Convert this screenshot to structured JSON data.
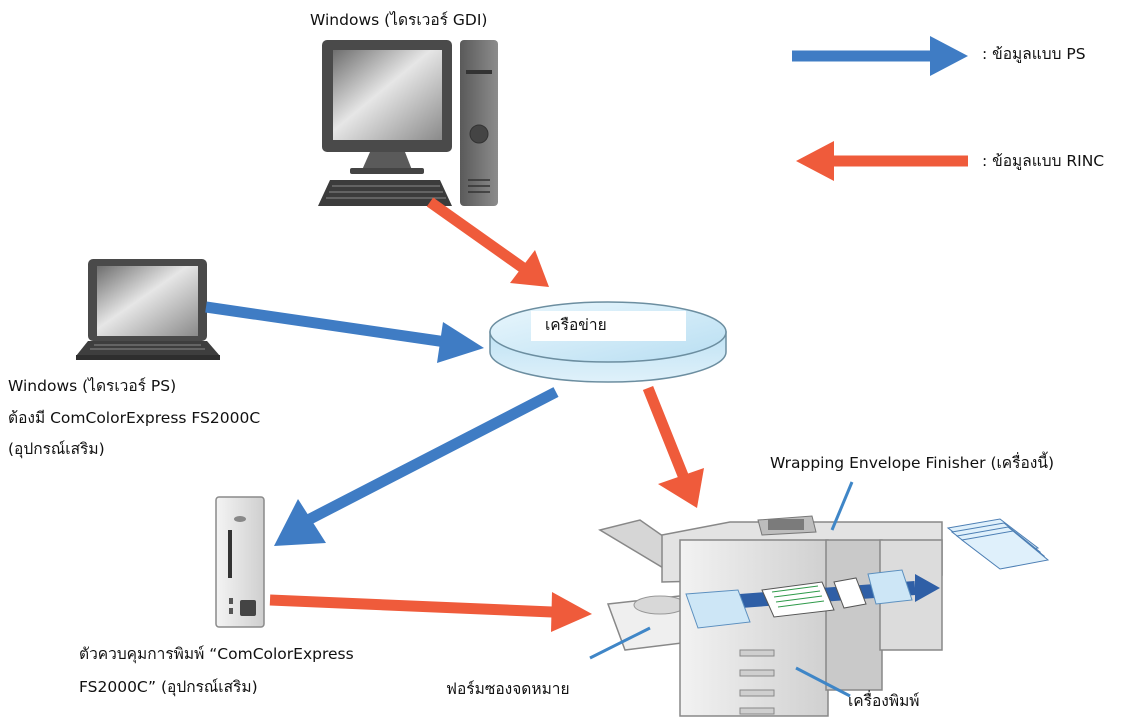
{
  "legend": {
    "ps_label": ": ข้อมูลแบบ PS",
    "rinc_label": ": ข้อมูลแบบ RINC"
  },
  "colors": {
    "ps_arrow": "#3f7cc4",
    "rinc_arrow": "#ef5b3b",
    "callout_line": "#3f86c7",
    "network_fill": "#cfe9f6"
  },
  "nodes": {
    "desktop_label": "Windows (ไดรเวอร์ GDI)",
    "network_label": "เครือข่าย",
    "laptop_label_line1": "Windows (ไดรเวอร์ PS)",
    "laptop_label_line2": "ต้องมี ComColorExpress FS2000C",
    "laptop_label_line3": "(อุปกรณ์เสริม)",
    "controller_label_line1": "ตัวควบคุมการพิมพ์ “ComColorExpress",
    "controller_label_line2": "FS2000C” (อุปกรณ์เสริม)",
    "finisher_label": "Wrapping Envelope Finisher (เครื่องนี้)",
    "form_label": "ฟอร์มซองจดหมาย",
    "printer_label": "เครื่องพิมพ์"
  },
  "icons": [
    "desktop-computer-icon",
    "laptop-icon",
    "network-cloud-icon",
    "print-controller-server-icon",
    "printer-with-finisher-icon"
  ]
}
